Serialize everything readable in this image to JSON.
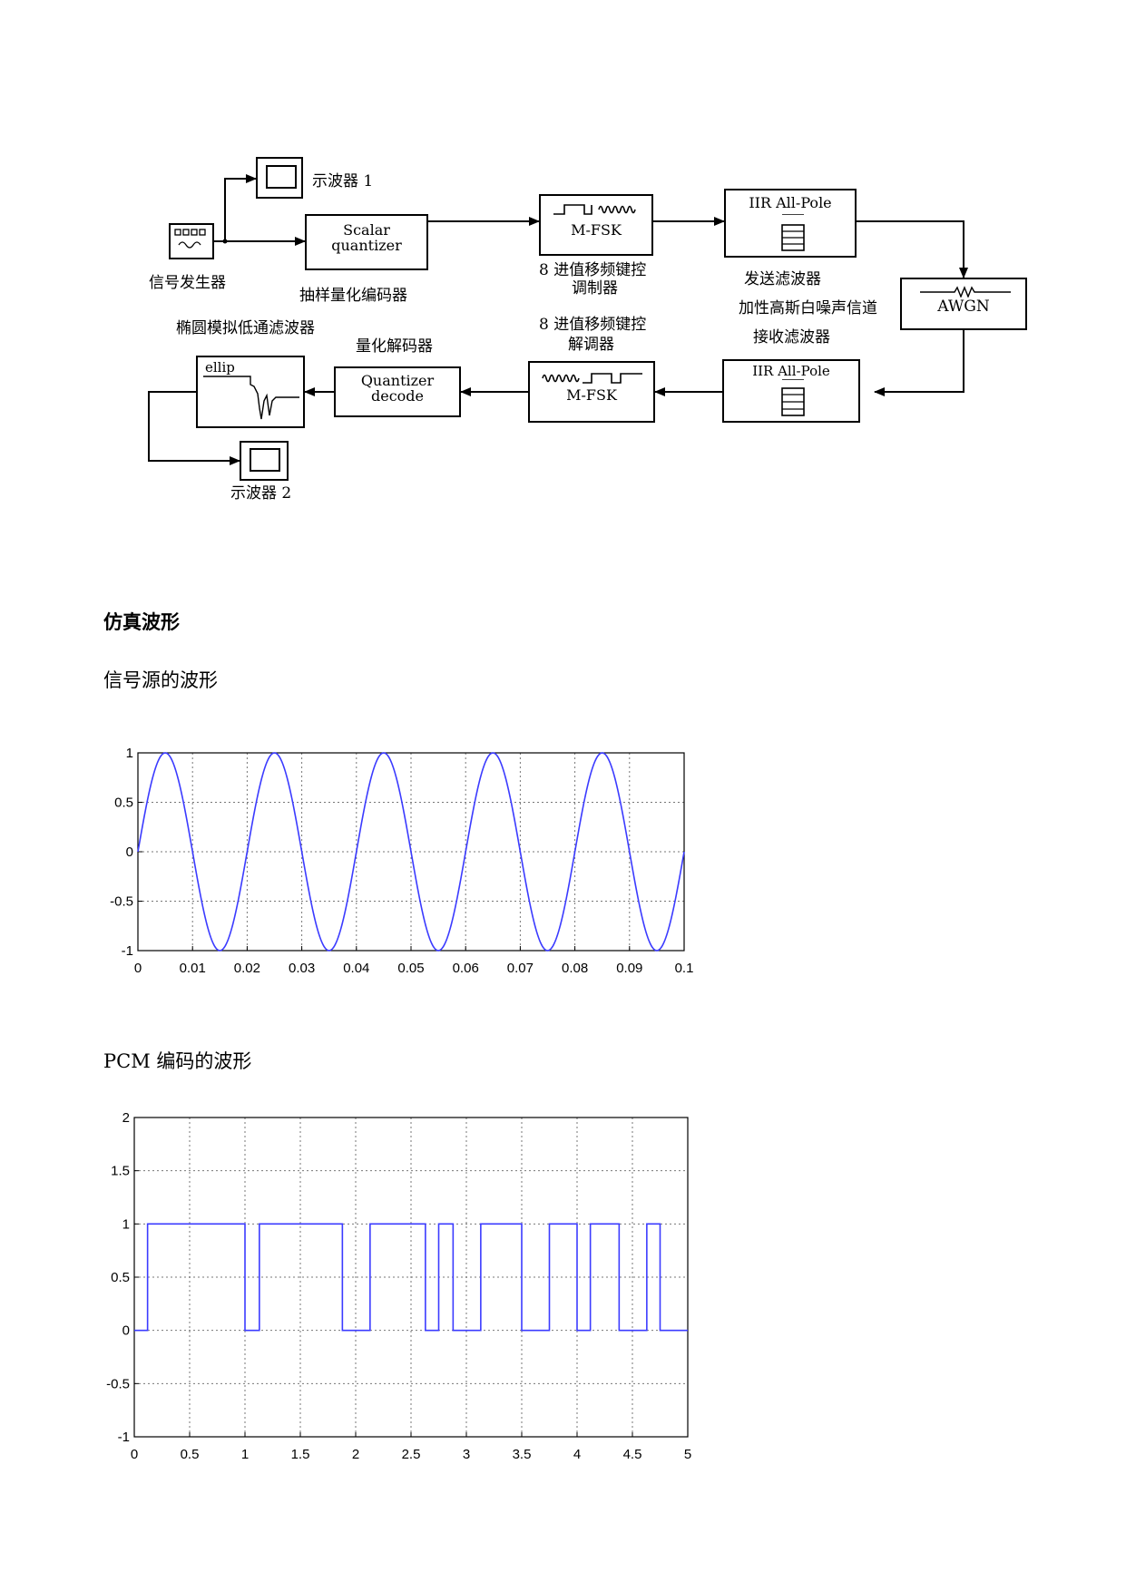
{
  "diagram": {
    "labels": {
      "scope1": "示波器 1",
      "signal_gen": "信号发生器",
      "encoder": "抽样量化编码器",
      "mod_line1": "8 进值移频键控",
      "mod_line2": "调制器",
      "tx_filter": "发送滤波器",
      "channel": "加性高斯白噪声信道",
      "rx_filter": "接收滤波器",
      "demod_line1": "8 进值移频键控",
      "demod_line2": "解调器",
      "decoder": "量化解码器",
      "lowpass": "椭圆模拟低通滤波器",
      "scope2": "示波器 2"
    },
    "blocks": {
      "quantizer_line1": "Scalar",
      "quantizer_line2": "quantizer",
      "mfsk_tx": "M-FSK",
      "iir_tx": "IIR All-Pole",
      "awgn": "AWGN",
      "iir_rx": "IIR All-Pole",
      "mfsk_rx": "M-FSK",
      "decode_line1": "Quantizer",
      "decode_line2": "decode",
      "ellip": "ellip"
    }
  },
  "section_title": "仿真波形",
  "caption1": "信号源的波形",
  "caption2": "PCM 编码的波形",
  "chart_data": [
    {
      "type": "line",
      "xlim": [
        0,
        0.1
      ],
      "ylim": [
        -1,
        1
      ],
      "xticks": [
        "0",
        "0.01",
        "0.02",
        "0.03",
        "0.04",
        "0.05",
        "0.06",
        "0.07",
        "0.08",
        "0.09",
        "0.1"
      ],
      "yticks": [
        "1",
        "0.5",
        "0",
        "-0.5",
        "-1"
      ],
      "grid": true,
      "series": [
        {
          "function": "sin",
          "frequency_hz": 50,
          "amplitude": 1,
          "color": "#3b3bff"
        }
      ]
    },
    {
      "type": "line",
      "step": true,
      "xlim": [
        0,
        5
      ],
      "ylim": [
        -1,
        2
      ],
      "xticks": [
        "0",
        "0.5",
        "1",
        "1.5",
        "2",
        "2.5",
        "3",
        "3.5",
        "4",
        "4.5",
        "5"
      ],
      "yticks": [
        "2",
        "1.5",
        "1",
        "0.5",
        "0",
        "-0.5",
        "-1"
      ],
      "grid": true,
      "series": [
        {
          "color": "#3b3bff",
          "x": [
            0,
            0.12,
            0.12,
            1.0,
            1.0,
            1.13,
            1.13,
            1.88,
            1.88,
            2.13,
            2.13,
            2.63,
            2.63,
            2.75,
            2.75,
            2.88,
            2.88,
            3.13,
            3.13,
            3.5,
            3.5,
            3.75,
            3.75,
            4.0,
            4.0,
            4.12,
            4.12,
            4.38,
            4.38,
            4.63,
            4.63,
            4.75,
            4.75,
            5.0
          ],
          "y": [
            0,
            0,
            1,
            1,
            0,
            0,
            1,
            1,
            0,
            0,
            1,
            1,
            0,
            0,
            1,
            1,
            0,
            0,
            1,
            1,
            0,
            0,
            1,
            1,
            0,
            0,
            1,
            1,
            0,
            0,
            1,
            1,
            0,
            0
          ]
        }
      ]
    }
  ]
}
